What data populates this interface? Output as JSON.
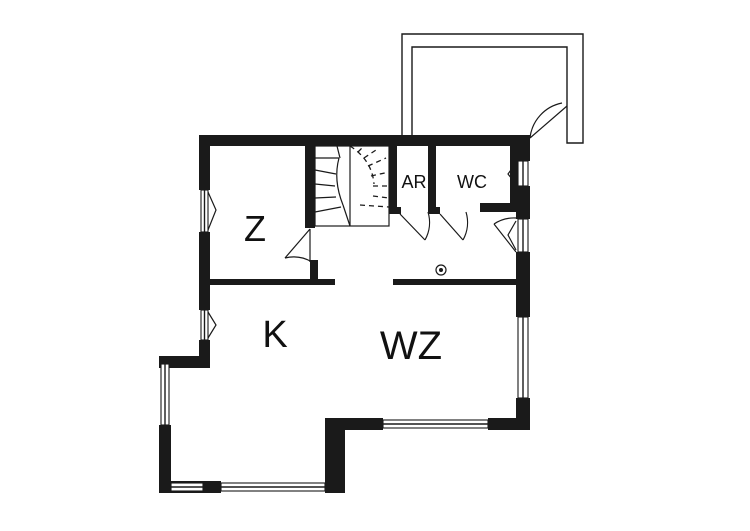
{
  "rooms": {
    "z": "Z",
    "ar": "AR",
    "wc": "WC",
    "k": "K",
    "wz": "WZ"
  },
  "colors": {
    "wall": "#1a1a1a",
    "background": "#ffffff"
  }
}
